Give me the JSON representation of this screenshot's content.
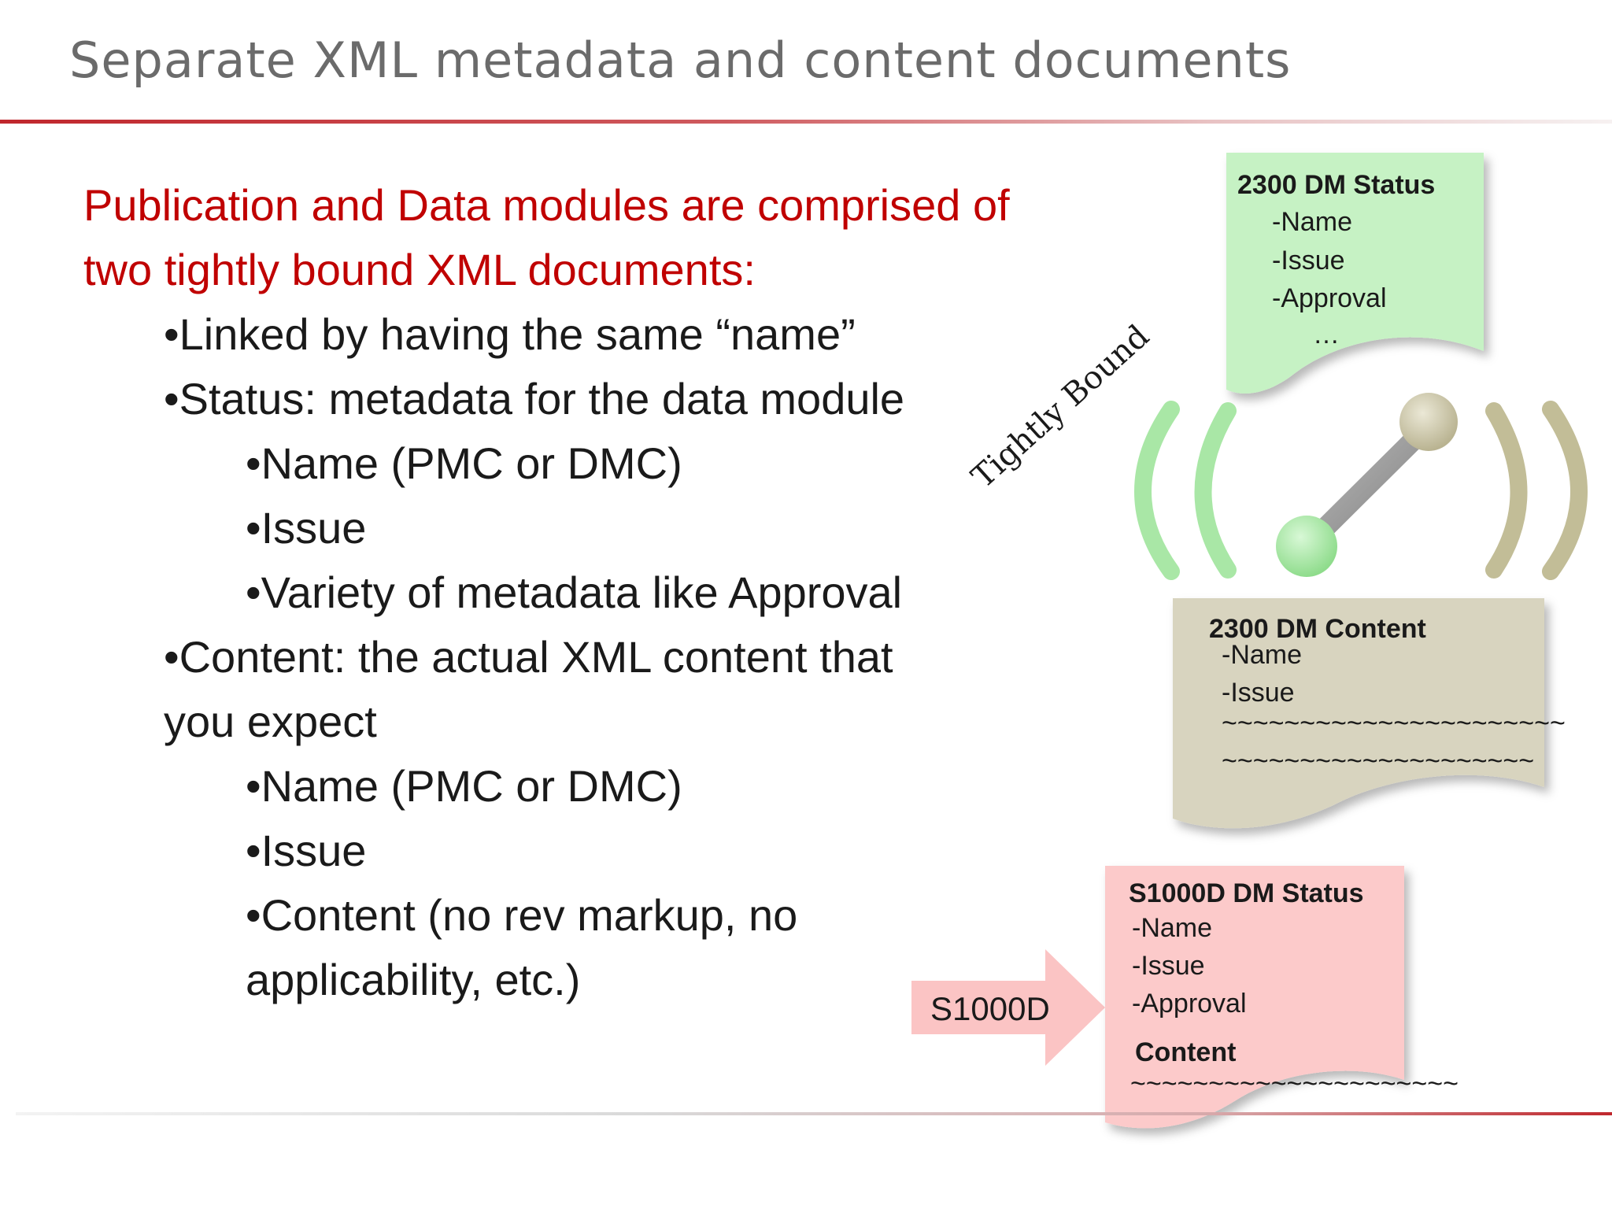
{
  "slide": {
    "title": "Separate XML metadata and content documents",
    "lead": "Publication and Data modules are comprised of two tightly bound XML documents:",
    "bullets": [
      "•Linked by having the same “name”",
      "•Status: metadata for the data module",
      "•Name (PMC or DMC)",
      "•Issue",
      "•Variety of metadata like Approval",
      "•Content: the actual XML content that",
      "you expect",
      "•Name (PMC or DMC)",
      "•Issue",
      "•Content (no rev markup, no",
      "applicability, etc.)"
    ]
  },
  "diagram": {
    "status_doc": {
      "title": "2300 DM Status",
      "lines": [
        "-Name",
        "-Issue",
        "-Approval",
        "…"
      ],
      "color": "#c6f2c4"
    },
    "content_doc": {
      "title": "2300 DM Content",
      "lines": [
        "-Name",
        "-Issue",
        "~~~~~~~~~~~~~~~~~~~~~~",
        "~~~~~~~~~~~~~~~~~~~~"
      ],
      "color": "#d8d4bf"
    },
    "s1000d_doc": {
      "title": "S1000D DM Status",
      "lines": [
        "-Name",
        "-Issue",
        "-Approval"
      ],
      "content_title": "Content",
      "content_line": "~~~~~~~~~~~~~~~~~~~~~",
      "color": "#fccaca"
    },
    "arrow_label": "S1000D",
    "bound_label": "Tightly Bound",
    "colors": {
      "accent_red": "#c0272d",
      "lead_red": "#c00000",
      "green_link": "#a9e7a6",
      "tan_link": "#c2bd97",
      "arrow_pink": "#fbc4c4"
    }
  }
}
